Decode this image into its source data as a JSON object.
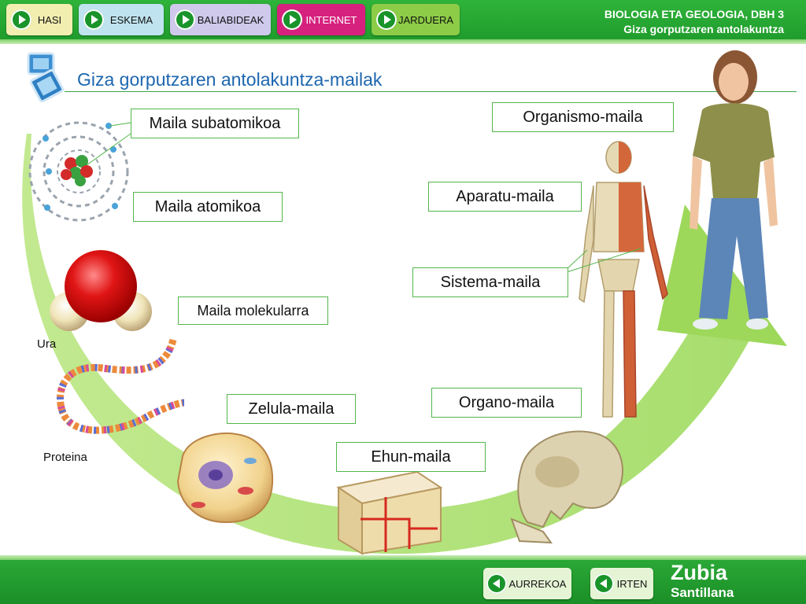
{
  "nav": {
    "hasi": "HASI",
    "eskema": "ESKEMA",
    "baliabideak": "BALIABIDEAK",
    "internet": "INTERNET",
    "jarduera": "JARDUERA"
  },
  "header": {
    "course": "BIOLOGIA ETA GEOLOGIA, DBH 3",
    "unit": "Giza gorputzaren antolakuntza"
  },
  "page": {
    "title": "Giza gorputzaren antolakuntza-mailak"
  },
  "levels": {
    "subatomic": "Maila subatomikoa",
    "atomic": "Maila atomikoa",
    "molecular": "Maila molekularra",
    "cell": "Zelula-maila",
    "tissue": "Ehun-maila",
    "organ": "Organo-maila",
    "system": "Sistema-maila",
    "apparatus": "Aparatu-maila",
    "organism": "Organismo-maila"
  },
  "captions": {
    "water": "Ura",
    "protein": "Proteina"
  },
  "footer": {
    "back": "AURREKOA",
    "exit": "IRTEN",
    "brand_name": "Zubia",
    "brand_publisher": "Santillana"
  },
  "colors": {
    "primary_green": "#1e9a2b",
    "internet_pink": "#d6217e",
    "title_blue": "#1d66ae",
    "label_border": "#53b64b",
    "arc_green": "#a8df6c"
  }
}
